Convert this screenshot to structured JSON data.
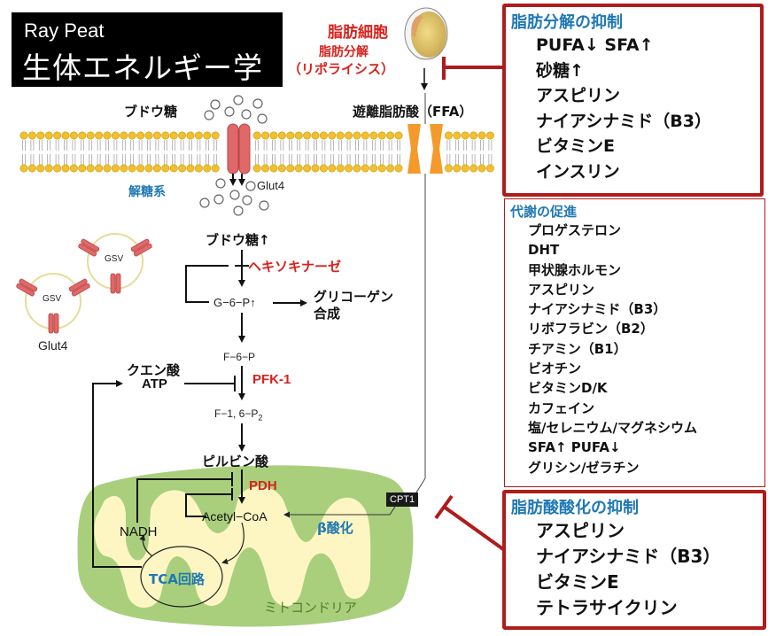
{
  "title": {
    "line1": "Ray Peat",
    "line2": "生体エネルギー学"
  },
  "top_labels": {
    "adipocyte": "脂肪細胞",
    "lipolysis": "脂肪分解",
    "lipolysis_reading": "（リポライシス）",
    "glucose": "ブドウ糖",
    "ffa": "遊離脂肪酸（FFA）",
    "glycolysis": "解糖系",
    "glut4_membrane": "Glut4",
    "glut4_vesicle": "Glut4",
    "gsv": "GSV"
  },
  "pathway": {
    "glucose_up": "ブドウ糖↑",
    "hexokinase": "ヘキソキナーゼ",
    "g6p": "G−6−P↑",
    "glycogen_line1": "グリコーゲン",
    "glycogen_line2": "合成",
    "f6p": "F−6−P",
    "citrate": "クエン酸",
    "atp": "ATP",
    "pfk1": "PFK-1",
    "f16p2": "F−1, 6−P",
    "f16p2_sub": "2",
    "pyruvate": "ピルビン酸",
    "pdh": "PDH",
    "acetyl_coa": "Acetyl−CoA",
    "nadh": "NADH",
    "tca": "TCA回路",
    "beta_oxidation": "β酸化",
    "mitochondria": "ミトコンドリア",
    "cpt1": "CPT1"
  },
  "boxes": {
    "lipolysis_inhibition": {
      "heading": "脂肪分解の抑制",
      "items": [
        "PUFA↓ SFA↑",
        "砂糖↑",
        "アスピリン",
        "ナイアシナミド（B3）",
        "ビタミンE",
        "インスリン"
      ]
    },
    "metabolism_promotion": {
      "heading": "代謝の促進",
      "items": [
        "プロゲステロン",
        "DHT",
        "甲状腺ホルモン",
        "アスピリン",
        "ナイアシナミド（B3）",
        "リボフラビン（B2）",
        "チアミン（B1）",
        "ビオチン",
        "ビタミンD/K",
        "カフェイン",
        "塩/セレニウム/マグネシウム",
        "SFA↑ PUFA↓",
        "グリシン/ゼラチン"
      ]
    },
    "fatty_acid_oxidation_inhibition": {
      "heading": "脂肪酸酸化の抑制",
      "items": [
        "アスピリン",
        "ナイアシナミド（B3）",
        "ビタミンE",
        "テトラサイクリン"
      ]
    }
  },
  "colors": {
    "inhibit_red": "#b01b1b",
    "enzyme_red": "#d8221c",
    "heading_blue": "#1f78b4",
    "mito_outer": "#a9cf7d",
    "mito_inner": "#fdf6c3",
    "membrane_head": "#f0c030",
    "transporter_glut": "#e06868",
    "transporter_ffa": "#f39a2b"
  }
}
